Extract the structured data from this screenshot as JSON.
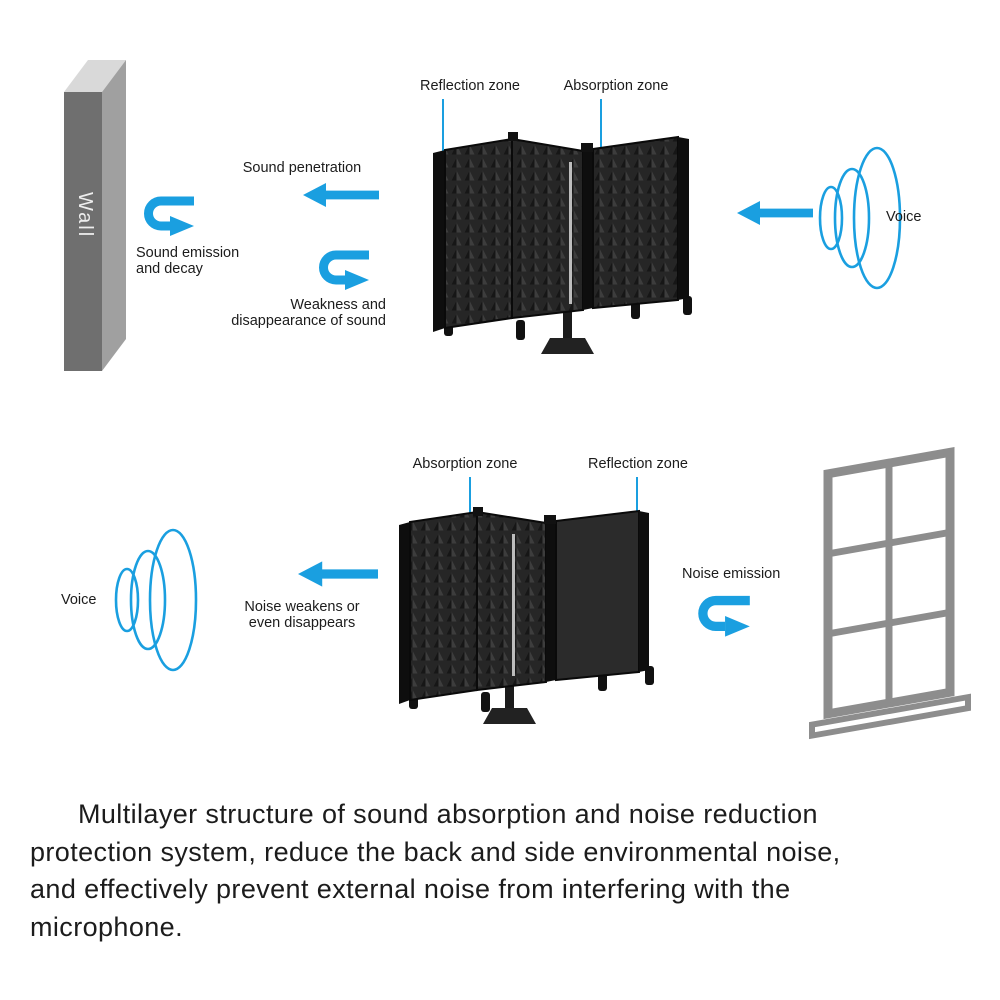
{
  "colors": {
    "accent": "#1A9FE0",
    "wall_front": "#6F6F6F",
    "wall_side": "#A0A0A0",
    "wall_top": "#D9D9D9",
    "window_frame": "#8D8D8D",
    "panel_black": "#1C1C1C",
    "text": "#1F1F1F"
  },
  "top_diagram": {
    "wall_label": "Wall",
    "sound_penetration_label": "Sound penetration",
    "sound_emission_line1": "Sound emission",
    "sound_emission_line2": "and decay",
    "weakness_line1": "Weakness and",
    "weakness_line2": "disappearance of sound",
    "reflection_zone_label": "Reflection zone",
    "absorption_zone_label": "Absorption zone",
    "voice_label": "Voice"
  },
  "bottom_diagram": {
    "voice_label": "Voice",
    "noise_weakens_line1": "Noise weakens or",
    "noise_weakens_line2": "even disappears",
    "absorption_zone_label": "Absorption zone",
    "reflection_zone_label": "Reflection zone",
    "noise_emission_label": "Noise emission"
  },
  "caption": {
    "lines": [
      "Multilayer structure of sound absorption and noise reduction",
      "protection system, reduce the back and side environmental noise,",
      "and effectively prevent external noise from interfering with the",
      "microphone."
    ]
  }
}
